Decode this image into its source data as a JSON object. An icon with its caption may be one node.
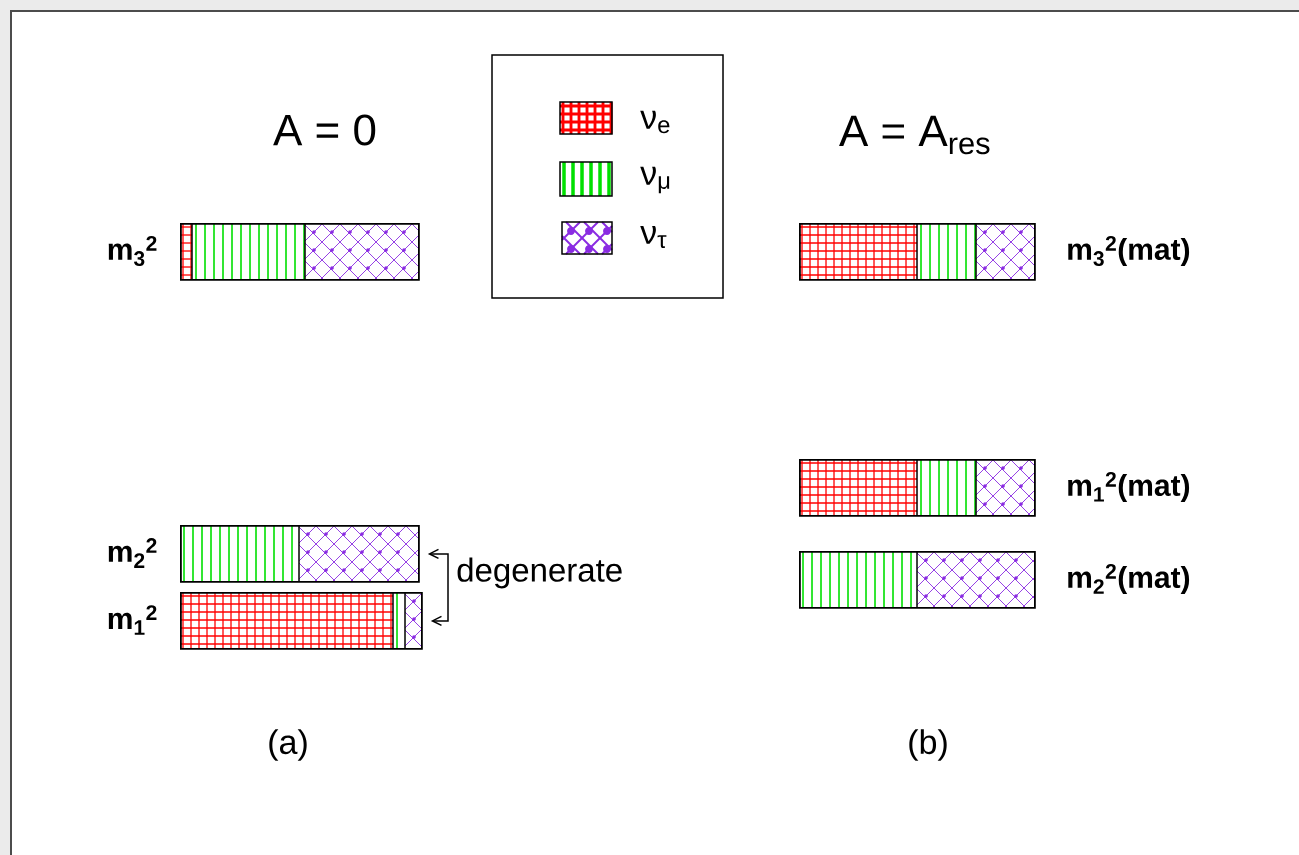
{
  "diagram": {
    "nodes": [
      {
        "text": [],
        "shape": "bar",
        "beside": [
          "m$_{3}$$^{2}$"
        ]
      },
      {
        "text": [],
        "shape": "bar",
        "beside": [
          "m$_{2}$$^{2}$"
        ]
      },
      {
        "text": [],
        "shape": "bar",
        "beside": [
          "m$_{1}$$^{2}$"
        ]
      },
      {
        "text": [
          "degenerate"
        ]
      },
      {
        "text": [],
        "shape": "bar",
        "beside": [
          "m$_{3}$$^{2}$(mat)"
        ]
      },
      {
        "text": [],
        "shape": "bar",
        "beside": [
          "m$_{1}$$^{2}$(mat)"
        ]
      },
      {
        "text": [],
        "shape": "bar",
        "beside": [
          "m$_{2}$$^{2}$(mat)"
        ]
      }
    ],
    "edges": [
      {
        "from": 3,
        "to": 1,
        "arrow": "to"
      },
      {
        "from": 3,
        "to": 2,
        "arrow": "to"
      }
    ],
    "labels": [
      "A = 0",
      "A = A$_{res}$",
      "(a)",
      "(b)"
    ],
    "legend": [
      {
        "text": "ν$_{e}$",
        "color": "#ff0000"
      },
      {
        "text": "ν$_{μ}$",
        "color": "#00e000"
      },
      {
        "text": "ν$_{τ}$",
        "color": "#8a2be2"
      }
    ]
  }
}
